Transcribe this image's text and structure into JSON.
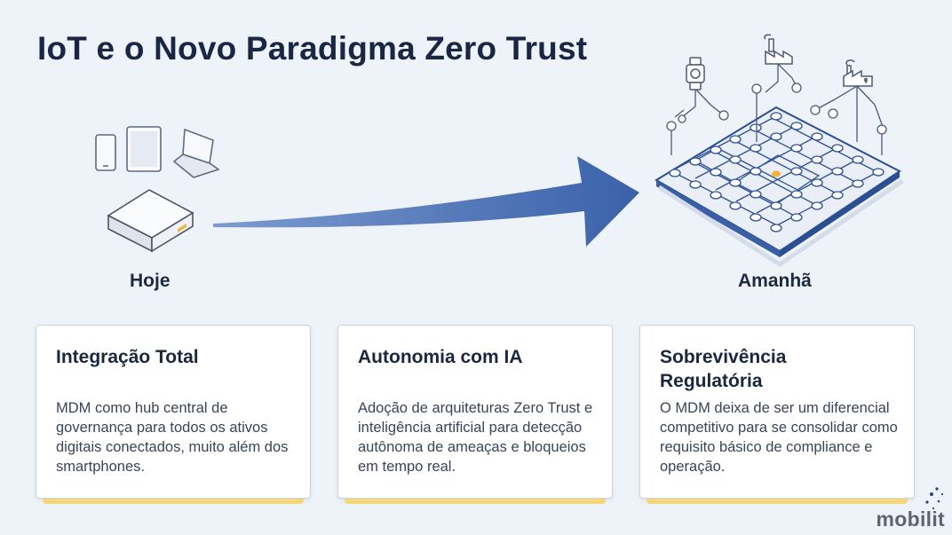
{
  "title": "IoT e o Novo Paradigma Zero Trust",
  "labels": {
    "today": "Hoje",
    "tomorrow": "Amanhã"
  },
  "cards": [
    {
      "title": "Integração Total",
      "body": "MDM como hub central de governança para todos os ativos digitais conectados, muito além dos smartphones."
    },
    {
      "title": "Autonomia com IA",
      "body": "Adoção de arquiteturas Zero Trust e inteligência artificial para detecção autônoma de ameaças e bloqueios em tempo real."
    },
    {
      "title": "Sobrevivência Regulatória",
      "body": "O MDM deixa de ser um diferencial competitivo para se consolidar como requisito básico de compliance e operação."
    }
  ],
  "logo": "mobilit",
  "icons": [
    "smartphone-icon",
    "tablet-icon",
    "laptop-icon",
    "gateway-box-icon",
    "arrow-icon",
    "network-grid-icon",
    "smartwatch-icon",
    "factory-icon",
    "industrial-plant-icon"
  ],
  "colors": {
    "accent": "#f3d77a",
    "arrow": "#3d64ad",
    "grid": "#2c4f94"
  }
}
